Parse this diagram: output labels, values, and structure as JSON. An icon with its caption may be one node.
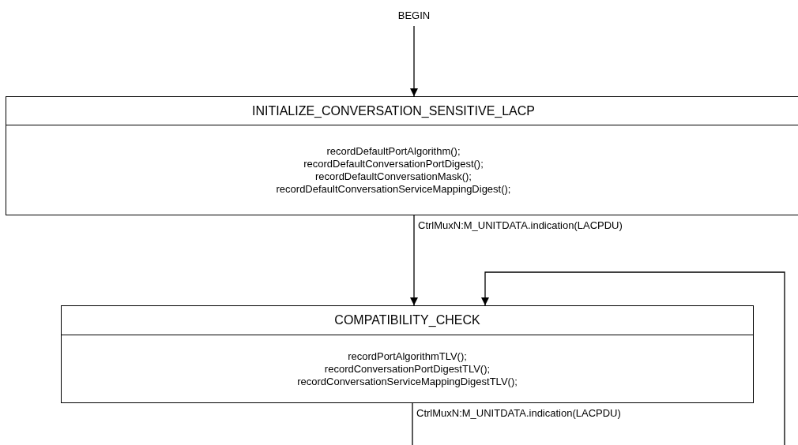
{
  "diagram": {
    "nodes": [
      {
        "text": [
          "BEGIN"
        ]
      },
      {
        "text": [
          "INITIALIZE_CONVERSATION_SENSITIVE_LACP",
          "recordDefaultPortAlgorithm(); recordDefaultConversationPortDigest(); recordDefaultConversationMask(); recordDefaultConversationServiceMappingDigest();"
        ]
      },
      {
        "text": [
          "COMPATIBILITY_CHECK",
          "recordPortAlgorithmTLV(); recordConversationPortDigestTLV(); recordConversationServiceMappingDigestTLV();"
        ]
      }
    ],
    "edges": [
      {
        "from": 0,
        "to": 1,
        "arrow": "to"
      },
      {
        "from": 1,
        "to": 2,
        "arrow": "to",
        "label": "CtrlMuxN:M_UNITDATA.indication(LACPDU)"
      },
      {
        "from": 2,
        "to": null,
        "arrow": "none",
        "label": "CtrlMuxN:M_UNITDATA.indication(LACPDU)"
      },
      {
        "from": null,
        "to": 2,
        "arrow": "to"
      }
    ]
  }
}
